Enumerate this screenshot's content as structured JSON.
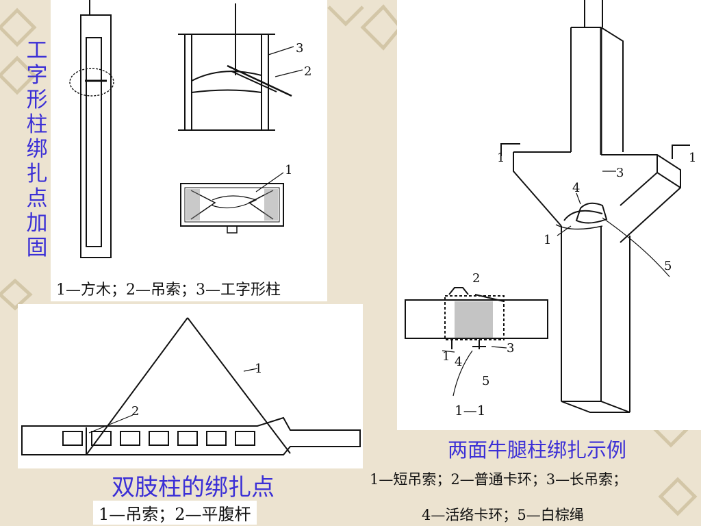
{
  "panel_left_top": {
    "title_vertical": [
      "工",
      "字",
      "形",
      "柱",
      "绑",
      "扎",
      "点",
      "加",
      "固"
    ],
    "caption": "1—方木；2—吊索；3—工字形柱",
    "labels": {
      "n1": "1",
      "n2": "2",
      "n3": "3"
    }
  },
  "panel_left_bottom": {
    "title": "双肢柱的绑扎点",
    "caption": "1—吊索；2—平腹杆",
    "labels": {
      "n1": "1",
      "n2": "2"
    }
  },
  "panel_right": {
    "title": "两面牛腿柱绑扎示例",
    "caption_line1": "1—短吊索；2—普通卡环；3—长吊索；",
    "caption_line2": "4—活络卡环；5—白棕绳",
    "section_label": "1—1",
    "labels": {
      "cut_left": "1",
      "cut_right": "1",
      "n1": "1",
      "n3": "3",
      "n4": "4",
      "n5": "5",
      "s1": "1",
      "s2": "2",
      "s3": "3",
      "s4": "4",
      "s5": "5"
    }
  },
  "colors": {
    "accent_blue": "#3b2fd6",
    "background": "#ece3d0",
    "ink": "#111111"
  }
}
